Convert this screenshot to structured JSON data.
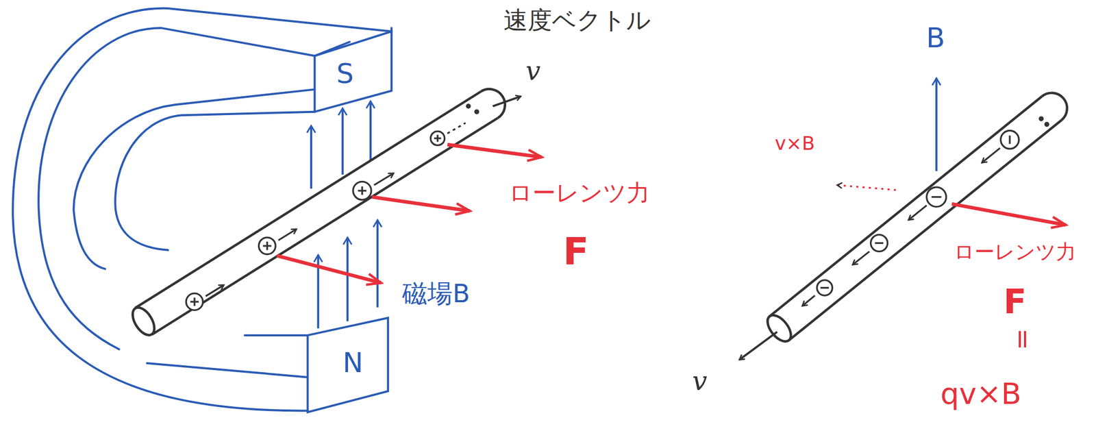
{
  "diagram": {
    "labels": [
      "速度ベクトル",
      "v",
      "S",
      "N",
      "ローレンツ力",
      "F",
      "磁場B",
      "B",
      "v×B",
      "v",
      "ローレンツ力",
      "F",
      "=",
      "qv×B"
    ]
  }
}
